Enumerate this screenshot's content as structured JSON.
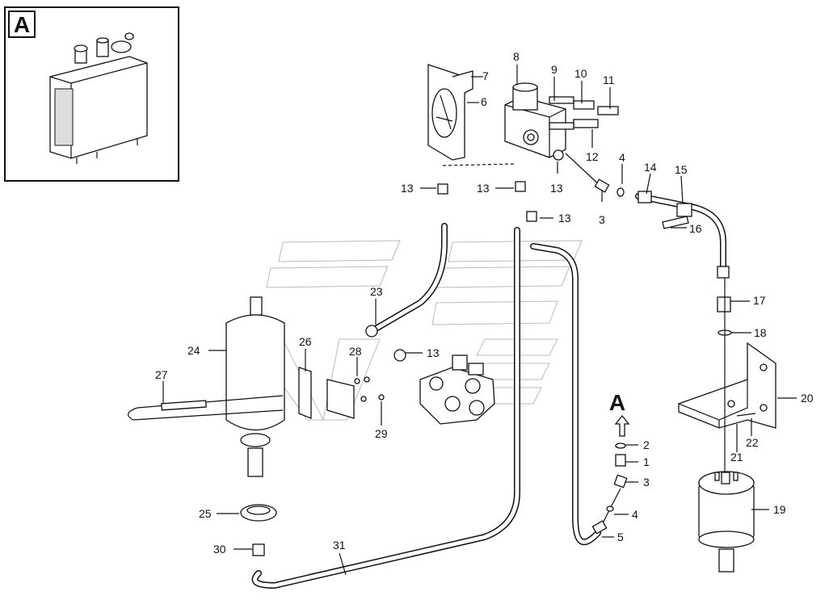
{
  "inset": {
    "letter": "A"
  },
  "arrow_letter": "A",
  "callouts": [
    {
      "id": "7",
      "text": "7"
    },
    {
      "id": "8",
      "text": "8"
    },
    {
      "id": "9",
      "text": "9"
    },
    {
      "id": "10",
      "text": "10"
    },
    {
      "id": "11",
      "text": "11"
    },
    {
      "id": "6",
      "text": "6"
    },
    {
      "id": "12",
      "text": "12"
    },
    {
      "id": "4a",
      "text": "4"
    },
    {
      "id": "14",
      "text": "14"
    },
    {
      "id": "15",
      "text": "15"
    },
    {
      "id": "13a",
      "text": "13"
    },
    {
      "id": "13b",
      "text": "13"
    },
    {
      "id": "13c",
      "text": "13"
    },
    {
      "id": "13d",
      "text": "13"
    },
    {
      "id": "3a",
      "text": "3"
    },
    {
      "id": "16",
      "text": "16"
    },
    {
      "id": "17",
      "text": "17"
    },
    {
      "id": "23",
      "text": "23"
    },
    {
      "id": "18",
      "text": "18"
    },
    {
      "id": "24",
      "text": "24"
    },
    {
      "id": "26",
      "text": "26"
    },
    {
      "id": "28",
      "text": "28"
    },
    {
      "id": "13e",
      "text": "13"
    },
    {
      "id": "27",
      "text": "27"
    },
    {
      "id": "20",
      "text": "20"
    },
    {
      "id": "29",
      "text": "29"
    },
    {
      "id": "2",
      "text": "2"
    },
    {
      "id": "22",
      "text": "22"
    },
    {
      "id": "1",
      "text": "1"
    },
    {
      "id": "21",
      "text": "21"
    },
    {
      "id": "3b",
      "text": "3"
    },
    {
      "id": "25",
      "text": "25"
    },
    {
      "id": "4b",
      "text": "4"
    },
    {
      "id": "19",
      "text": "19"
    },
    {
      "id": "5",
      "text": "5"
    },
    {
      "id": "30",
      "text": "30"
    },
    {
      "id": "31",
      "text": "31"
    }
  ]
}
